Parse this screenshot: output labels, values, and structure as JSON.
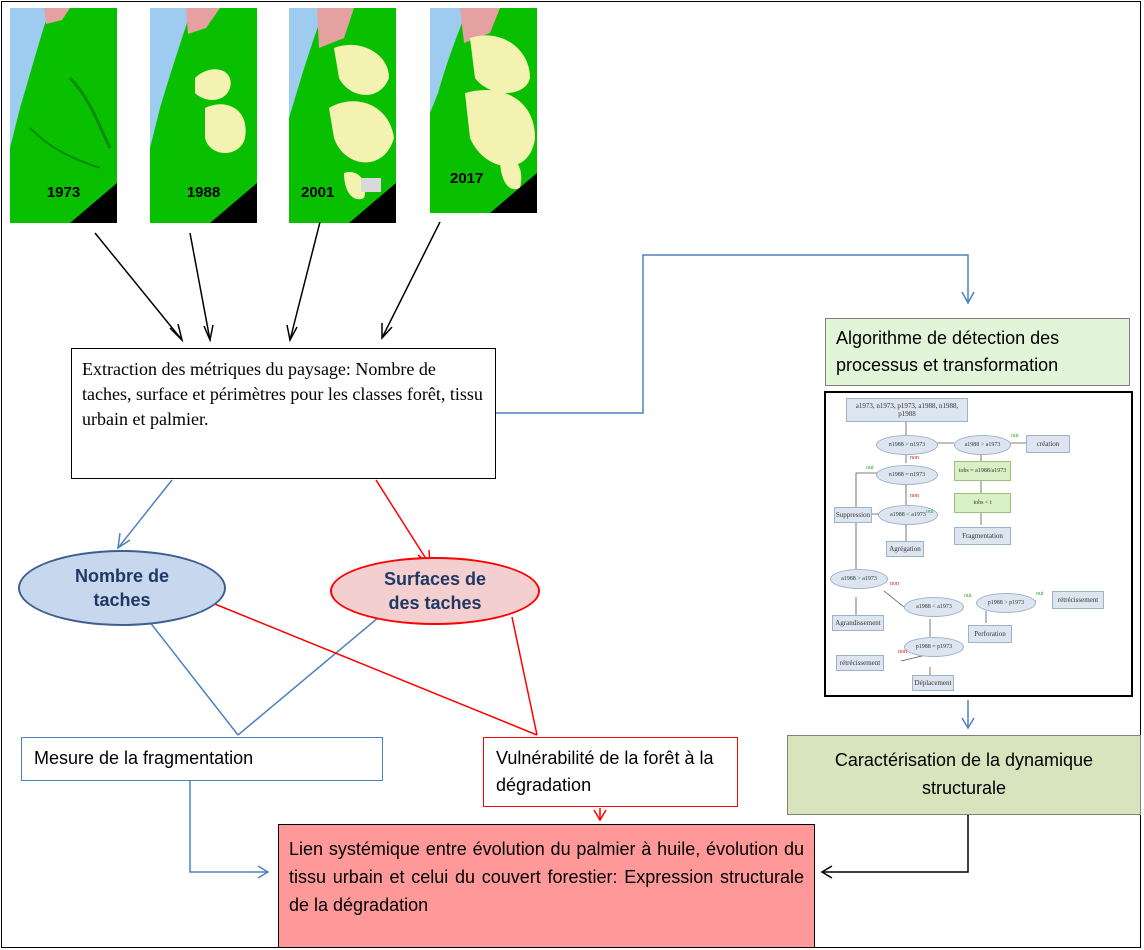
{
  "maps": [
    {
      "year": "1973",
      "icon": "land-cover-map"
    },
    {
      "year": "1988",
      "icon": "land-cover-map"
    },
    {
      "year": "2001",
      "icon": "land-cover-map"
    },
    {
      "year": "2017",
      "icon": "land-cover-map"
    }
  ],
  "boxes": {
    "extraction": "Extraction des métriques du paysage: Nombre de taches, surface et périmètres pour les classes forêt, tissu urbain et palmier.",
    "algorithme": "Algorithme de détection des processus et transformation",
    "nombre": "Nombre de taches",
    "surfaces": "Surfaces de des taches",
    "fragmentation": "Mesure de la fragmentation",
    "vulnerabilite": "Vulnérabilité de la forêt à la dégradation",
    "caracterisation": "Caractérisation de la dynamique structurale",
    "lien": "Lien systémique entre évolution du palmier à huile, évolution du tissu urbain et celui du couvert forestier: Expression structurale de la dégradation"
  },
  "flowchart": {
    "start": "a1973, n1973, p1973, a1988, n1988, p1988",
    "c1": "n1988 > n1973",
    "c2": "a1988 > a1973",
    "creation": "création",
    "c3": "n1988 = n1973",
    "calc": "tobs = a1988/a1973",
    "c4": "a1988 < a1973",
    "tcheck": "tobs < t",
    "suppression": "Suppression",
    "agregation": "Agrégation",
    "fragmentation": "Fragmentation",
    "c5": "a1988 > a1973",
    "c6": "a1988 < a1973",
    "c7": "p1988 > p1973",
    "retrecissement1": "rétrécissement",
    "agrandissement": "Agrandissement",
    "c8": "p1988 = p1973",
    "perforation": "Perforation",
    "retrecissement2": "rétrécissement",
    "deplacement": "Déplacement",
    "oui": "oui",
    "non": "non"
  },
  "colors": {
    "blue_arrow": "#4f81bd",
    "red_arrow": "#ff0000",
    "green_box": "#e2f5d9",
    "olive_box": "#d7e4bd",
    "pink_box": "#ff9999",
    "ellipse_blue": "#c6d7ee",
    "ellipse_pink": "#f4cfcf"
  }
}
